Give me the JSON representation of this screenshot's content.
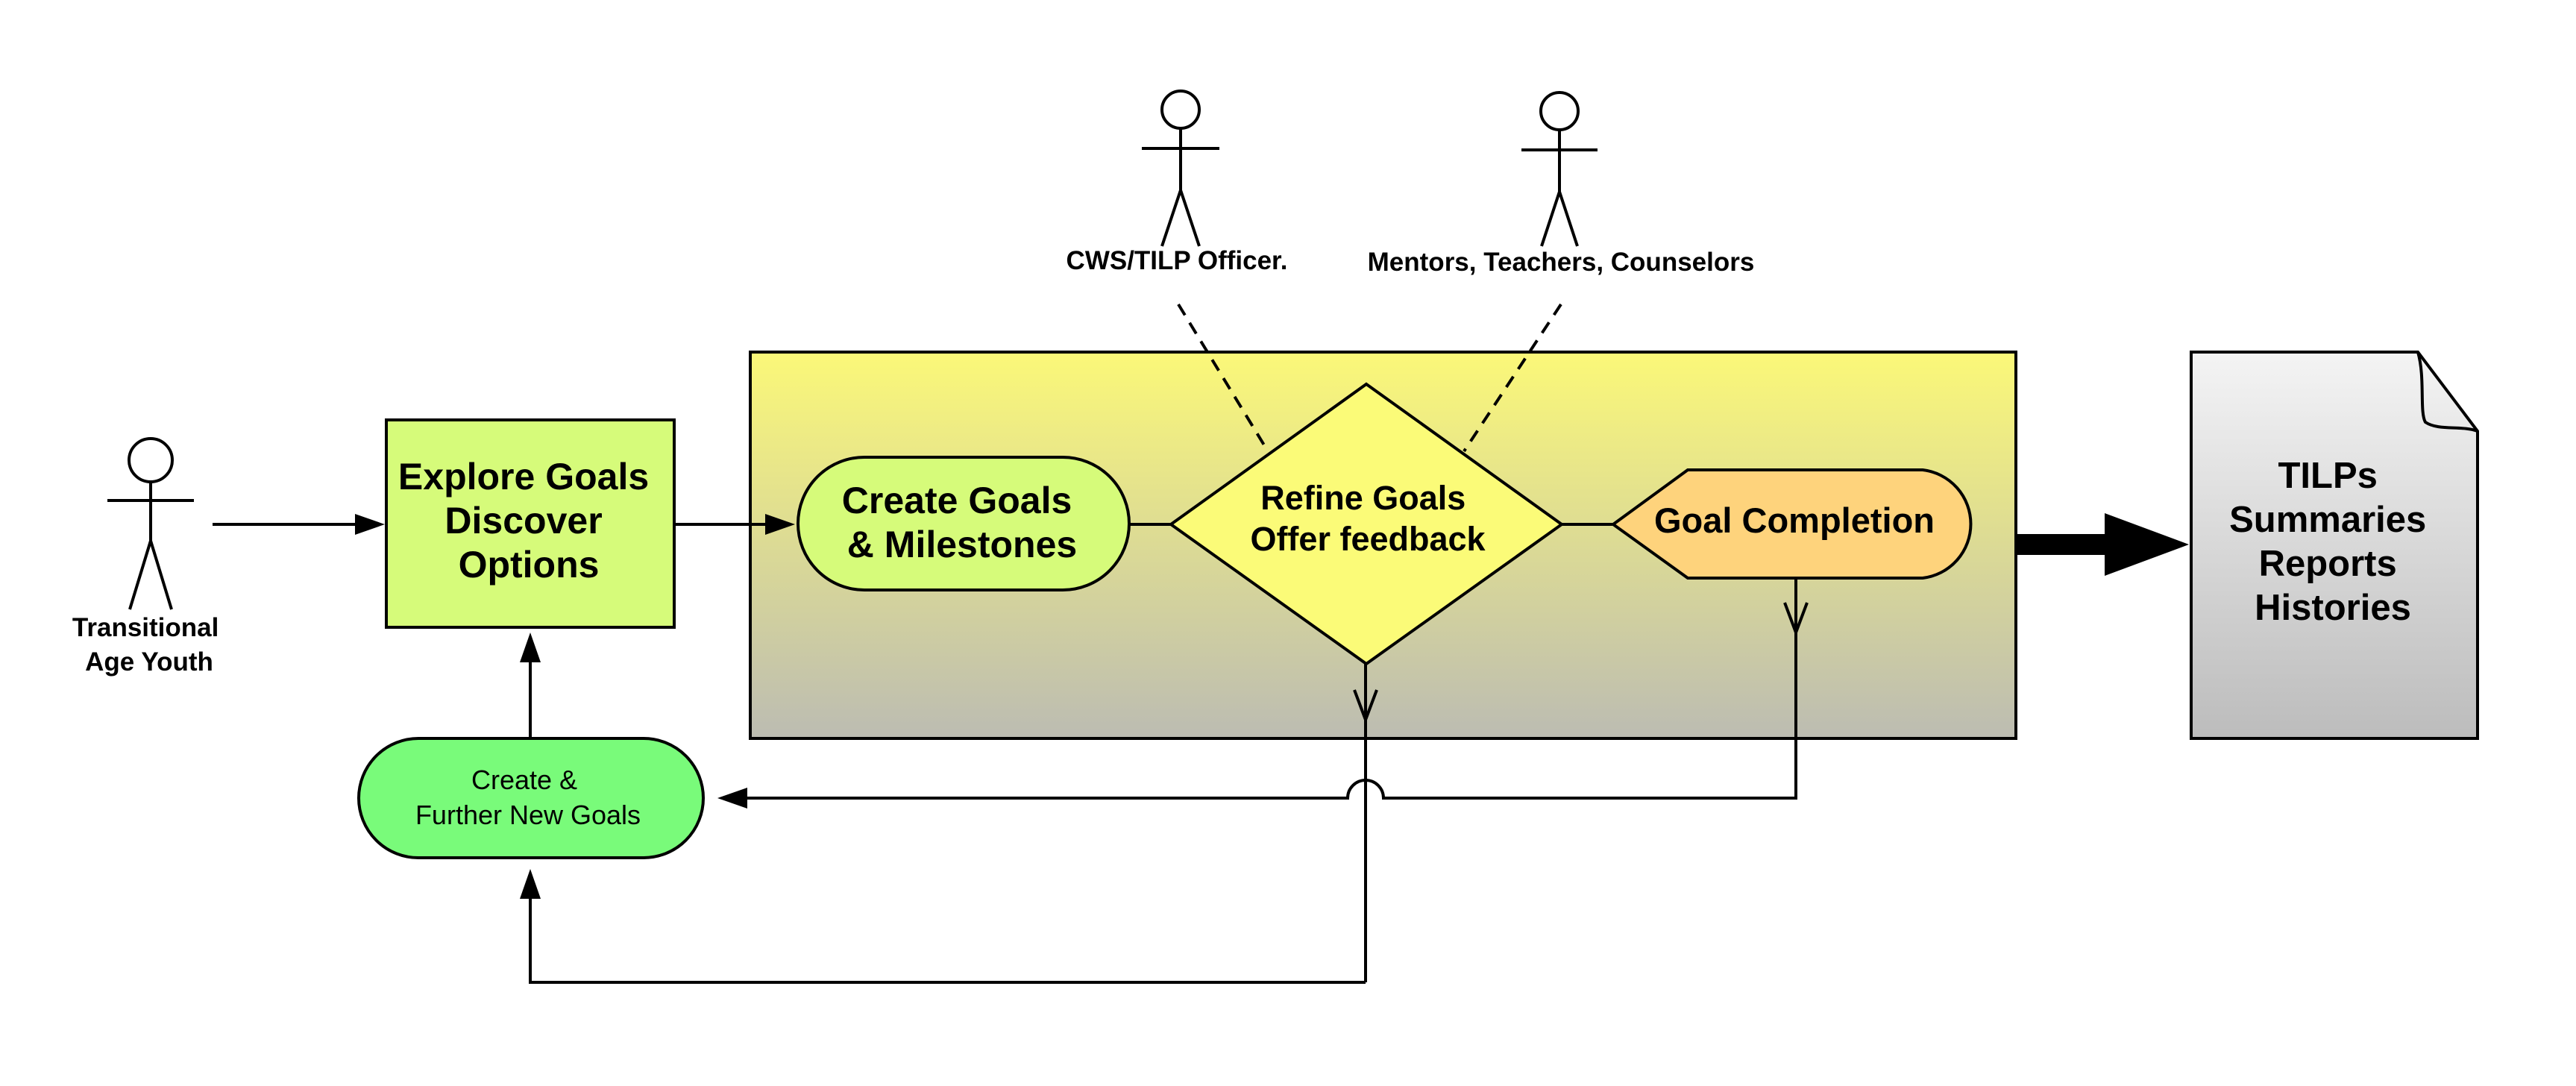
{
  "colors": {
    "container_top": "#fbf878",
    "container_bottom": "#bcbcb2",
    "explore_fill": "#d6fb7a",
    "create_goals_fill": "#d6fb7a",
    "refine_fill": "#fbfb78",
    "completion_fill": "#fed37c",
    "further_fill": "#79fb7a",
    "doc_top": "#f4f4f4",
    "doc_bottom": "#bcbcbc",
    "stroke": "#000000"
  },
  "actors": {
    "youth": {
      "lines": [
        "Transitional",
        "Age Youth"
      ]
    },
    "officer": {
      "label": "CWS/TILP Officer."
    },
    "mentors": {
      "label": "Mentors, Teachers, Counselors"
    }
  },
  "nodes": {
    "explore": {
      "lines": [
        "Explore Goals",
        "Discover",
        "Options"
      ]
    },
    "create_goals": {
      "lines": [
        "Create Goals",
        "& Milestones"
      ]
    },
    "refine": {
      "lines": [
        "Refine Goals",
        "Offer feedback"
      ]
    },
    "completion": {
      "label": "Goal Completion"
    },
    "further": {
      "lines": [
        "Create &",
        "Further New Goals"
      ]
    },
    "document": {
      "lines": [
        "TILPs",
        "Summaries",
        "Reports",
        "Histories"
      ]
    }
  }
}
